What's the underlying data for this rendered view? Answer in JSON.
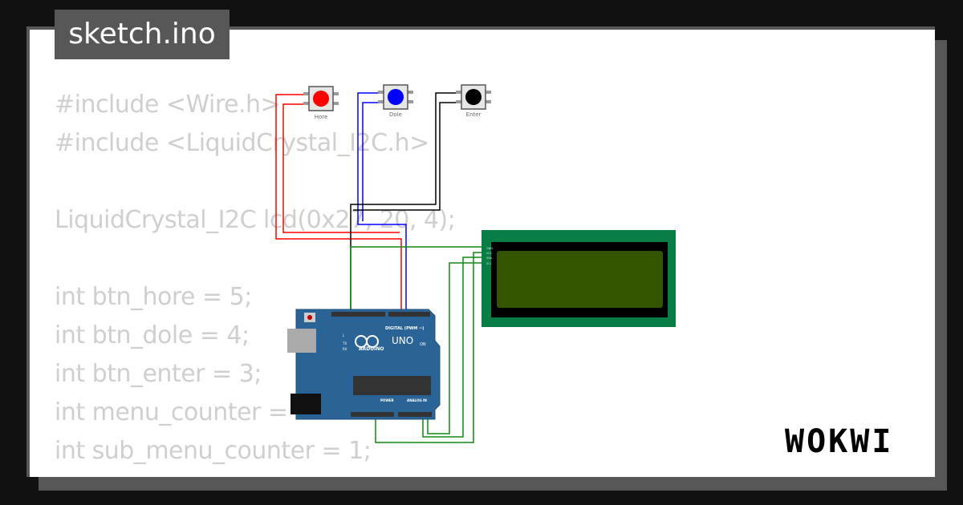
{
  "file_tab": {
    "title": "sketch.ino"
  },
  "code_lines": [
    "#include <Wire.h>",
    "#include <LiquidCrystal_I2C.h>",
    "",
    "LiquidCrystal_I2C lcd(0x27, 20, 4);",
    "",
    "int btn_hore = 5;",
    "int btn_dole = 4;",
    "int btn_enter = 3;",
    "int menu_counter =",
    "int sub_menu_counter = 1;"
  ],
  "diagram": {
    "buttons": [
      {
        "label": "Hore",
        "color": "#ff0000"
      },
      {
        "label": "Dole",
        "color": "#0000ff"
      },
      {
        "label": "Enter",
        "color": "#000000"
      }
    ],
    "arduino": {
      "brand": "ARDUINO",
      "model": "UNO",
      "header_label": "DIGITAL (PWM ~)",
      "power_label": "POWER",
      "analog_label": "ANALOG IN",
      "on_label": "ON",
      "led_labels": [
        "L",
        "TX",
        "RX"
      ]
    },
    "lcd": {
      "pins": [
        "GND",
        "VCC",
        "SDA",
        "SCL"
      ],
      "pcb_color": "#087d45",
      "screen_color": "#335500"
    },
    "wire_colors": {
      "red": "#ff0000",
      "blue": "#0000ff",
      "black": "#000000",
      "green": "#00aa00"
    }
  },
  "brand": {
    "logo": "WOKWI"
  }
}
